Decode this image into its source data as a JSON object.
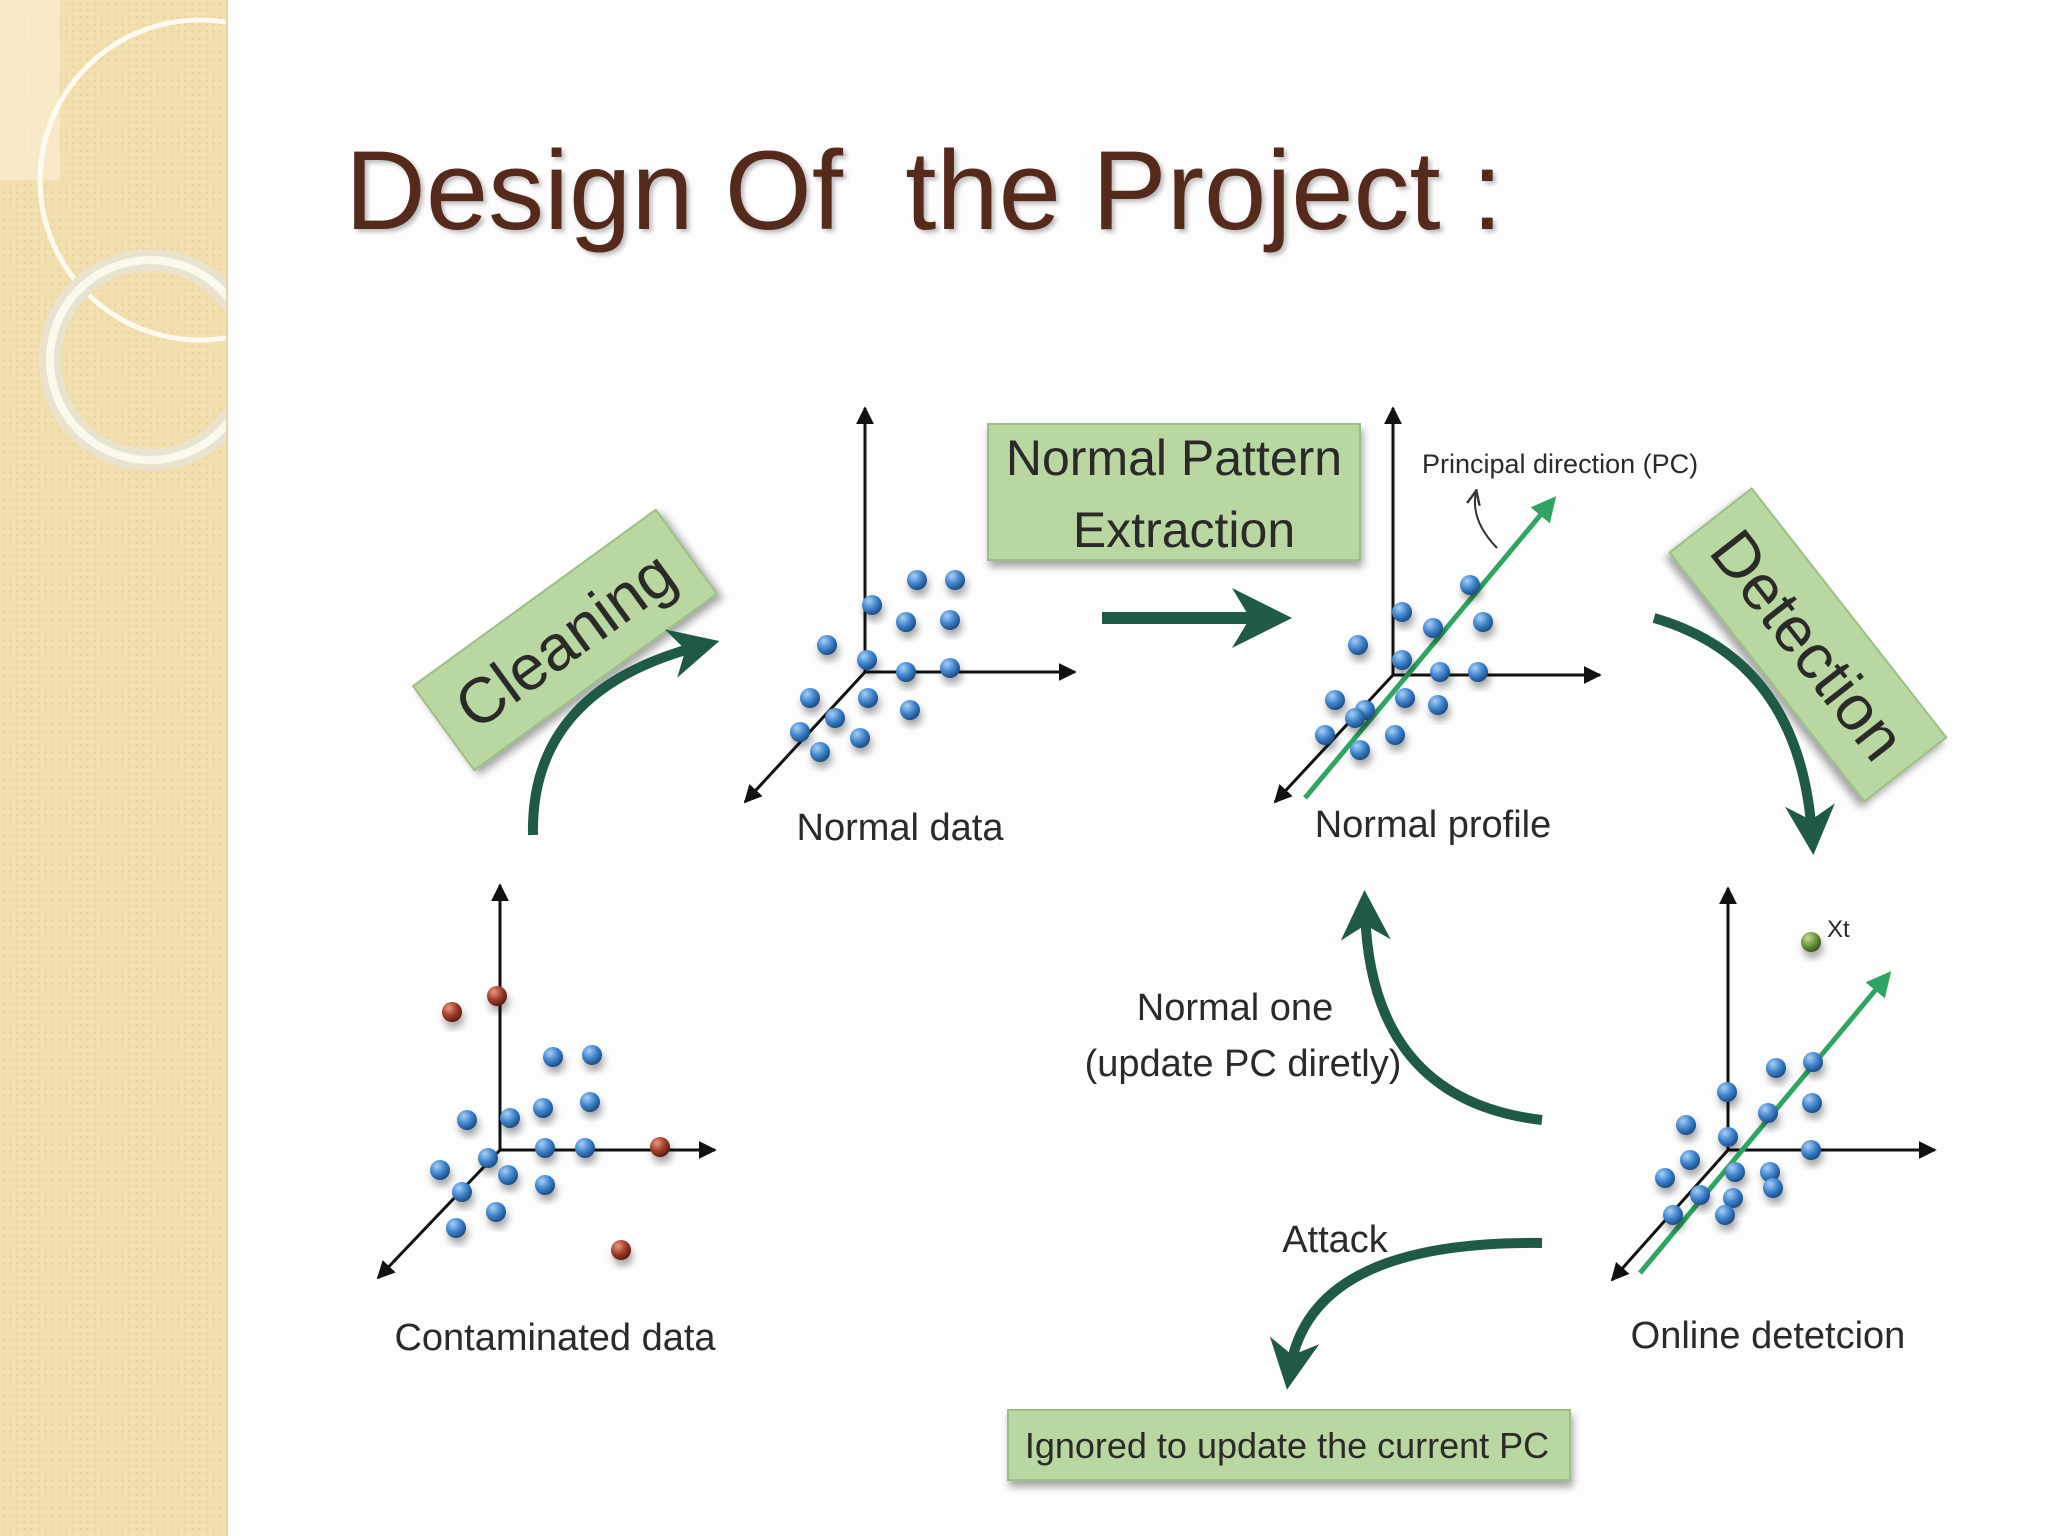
{
  "slide": {
    "title": "Design Of  the Project :"
  },
  "diagram": {
    "stages": {
      "cleaning": "Cleaning",
      "extraction_line1": "Normal Pattern",
      "extraction_line2": "Extraction",
      "detection": "Detection"
    },
    "plots": {
      "contaminated": "Contaminated data",
      "normal_data": "Normal data",
      "normal_profile": "Normal profile",
      "online": "Online detetcion"
    },
    "annotations": {
      "principal_direction": "Principal direction (PC)",
      "new_point": "Xt",
      "normal_one_line1": "Normal one",
      "normal_one_line2": "(update PC diretly)",
      "attack": "Attack",
      "ignored": "Ignored to update the current PC"
    }
  },
  "colors": {
    "title": "#562a1a",
    "stage_box": "#b9d7a0",
    "arrow": "#1f5a47",
    "pc_arrow": "#2ea562",
    "normal_point": "#3f86d0",
    "outlier_point": "#a5402a",
    "new_point": "#6f9a3c",
    "sidebar": "#f2dfae"
  }
}
